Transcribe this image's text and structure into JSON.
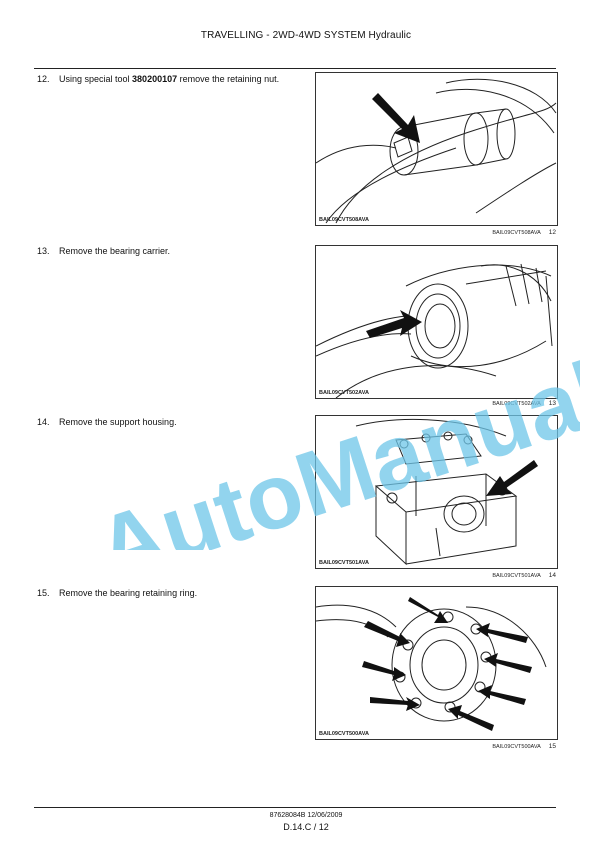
{
  "header": {
    "title": "TRAVELLING - 2WD-4WD SYSTEM Hydraulic"
  },
  "steps": [
    {
      "num": "12.",
      "text_pre": "Using special tool ",
      "tool": "380200107",
      "text_post": " remove the retaining nut.",
      "image_code": "BAIL09CVT508AVA",
      "figure_num": "12"
    },
    {
      "num": "13.",
      "text": "Remove the bearing carrier.",
      "image_code": "BAIL09CVT502AVA",
      "figure_num": "13"
    },
    {
      "num": "14.",
      "text": "Remove the support housing.",
      "image_code": "BAIL09CVT501AVA",
      "figure_num": "14"
    },
    {
      "num": "15.",
      "text": "Remove the bearing retaining ring.",
      "image_code": "BAIL09CVT500AVA",
      "figure_num": "15"
    }
  ],
  "watermark": {
    "text": "AutoManual",
    "color": "#6ec6e8"
  },
  "footer": {
    "doc_ref": "87628084B 12/06/2009",
    "page": "D.14.C / 12"
  }
}
